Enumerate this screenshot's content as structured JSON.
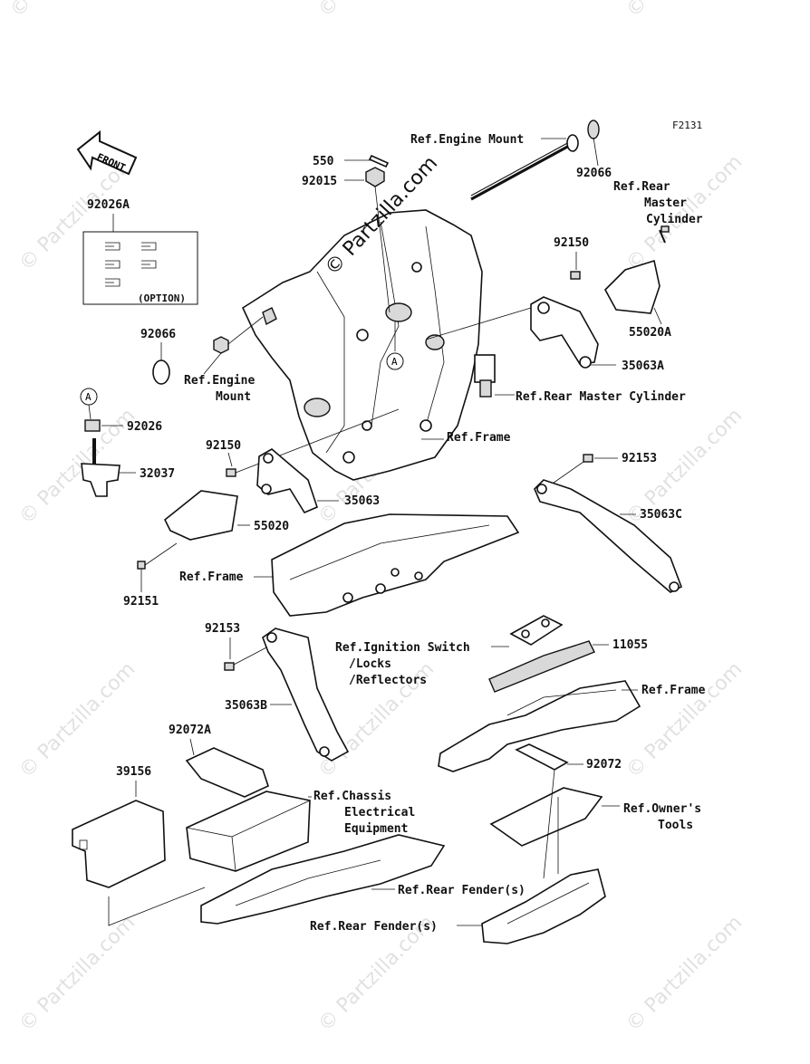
{
  "figure_code": "F2131",
  "front_label": "FRONT",
  "option_label": "(OPTION)",
  "watermark_main": "© Partzilla.com",
  "watermark_repeat": "© Partzilla.com",
  "callout_a": "A",
  "labels": {
    "p550": "550",
    "p92015": "92015",
    "p92066_top": "92066",
    "p92026A": "92026A",
    "p92066_left": "92066",
    "p92026": "92026",
    "p32037": "32037",
    "p92150_left": "92150",
    "p35063": "35063",
    "p55020": "55020",
    "p92151": "92151",
    "p92150_right": "92150",
    "p55020A": "55020A",
    "p35063A": "35063A",
    "p92153_right": "92153",
    "p35063C": "35063C",
    "p92153_left": "92153",
    "p35063B": "35063B",
    "p11055": "11055",
    "p92072A": "92072A",
    "p39156": "39156",
    "p92072": "92072"
  },
  "refs": {
    "engine_mount_top": "Ref.Engine Mount",
    "rear_master_1": "Ref.Rear",
    "rear_master_2": "Master",
    "rear_master_3": "Cylinder",
    "engine_mount_left_1": "Ref.Engine",
    "engine_mount_left_2": "Mount",
    "rear_master_cyl": "Ref.Rear Master Cylinder",
    "frame_center": "Ref.Frame",
    "frame_left": "Ref.Frame",
    "ignition_1": "Ref.Ignition Switch",
    "ignition_2": "/Locks",
    "ignition_3": "/Reflectors",
    "frame_right": "Ref.Frame",
    "chassis_1": "Ref.Chassis",
    "chassis_2": "Electrical",
    "chassis_3": "Equipment",
    "owners_1": "Ref.Owner's",
    "owners_2": "Tools",
    "rear_fender_1": "Ref.Rear Fender(s)",
    "rear_fender_2": "Ref.Rear Fender(s)"
  }
}
